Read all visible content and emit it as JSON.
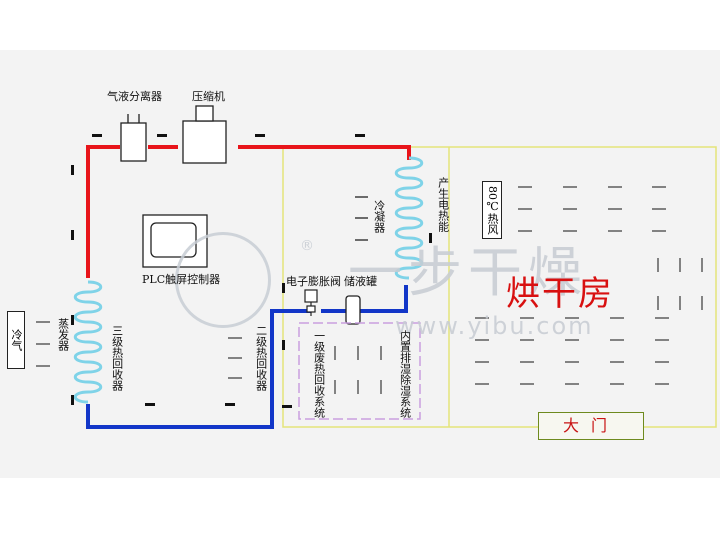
{
  "labels": {
    "separator": "气液分离器",
    "compressor": "压缩机",
    "condenser": "冷凝器",
    "heat_gen": "产生电热能",
    "hot_air": "80℃热风",
    "plc": "PLC触屏控制器",
    "exp_valve": "电子膨胀阀",
    "receiver": "储液罐",
    "evaporator": "蒸发器",
    "cold_air": "冷气",
    "recovery3": "三级热回收器",
    "recovery2": "二级热回收器",
    "recovery1": "一级废热回收系统",
    "dehumid": "内置排湿除湿系统",
    "room": "烘干房",
    "door": "大门"
  },
  "watermark": {
    "brand_text": "一步干燥",
    "url_text": "www.yibu.com",
    "reg_mark": "®"
  },
  "colors": {
    "hot_pipe": "#e8141a",
    "cold_pipe": "#1236c8",
    "coil": "#7fd3e8",
    "room_border": "#e4e47a",
    "title_red": "#d81010",
    "dashed_violet": "#c9a0e0"
  }
}
